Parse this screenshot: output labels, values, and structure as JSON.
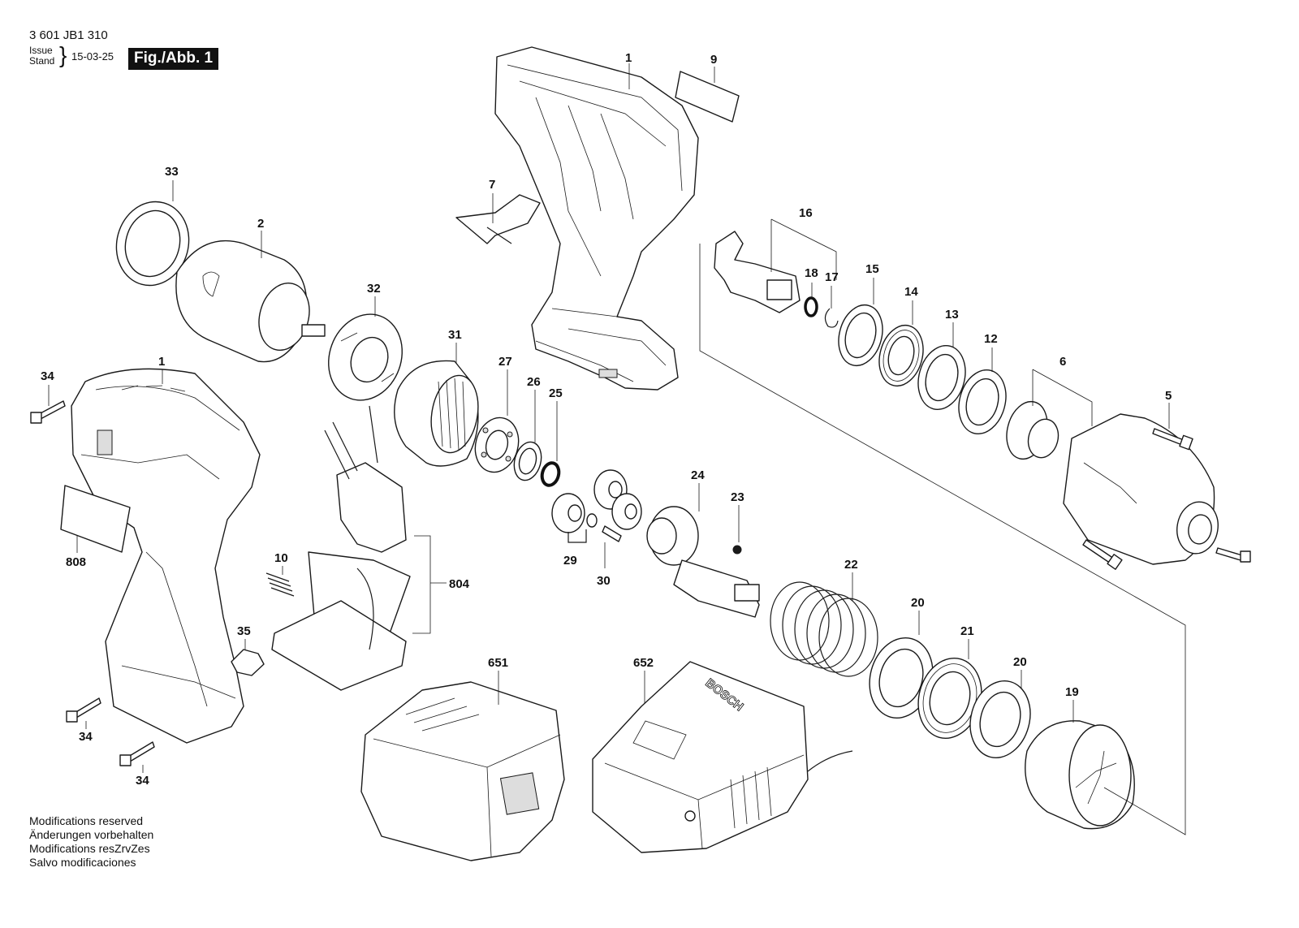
{
  "header": {
    "document_code": "3 601 JB1 310",
    "issue_label": "Issue",
    "stand_label": "Stand",
    "date": "15-03-25",
    "figure_label": "Fig./Abb. 1"
  },
  "notes": [
    "Modifications reserved",
    "Änderungen vorbehalten",
    "Modifications resZrvZes",
    "Salvo modificaciones"
  ],
  "charger_brand": "BOSCH",
  "part_labels": {
    "p1_top": "1",
    "p1_left": "1",
    "p2": "2",
    "p5": "5",
    "p6": "6",
    "p7": "7",
    "p9": "9",
    "p10": "10",
    "p12": "12",
    "p13": "13",
    "p14": "14",
    "p15": "15",
    "p16": "16",
    "p17": "17",
    "p18": "18",
    "p19": "19",
    "p20_a": "20",
    "p20_b": "20",
    "p21": "21",
    "p22": "22",
    "p23": "23",
    "p24": "24",
    "p25": "25",
    "p26": "26",
    "p27": "27",
    "p29": "29",
    "p30": "30",
    "p31": "31",
    "p32": "32",
    "p33": "33",
    "p34_a": "34",
    "p34_b": "34",
    "p34_c": "34",
    "p35": "35",
    "p651": "651",
    "p652": "652",
    "p804": "804",
    "p808": "808"
  }
}
